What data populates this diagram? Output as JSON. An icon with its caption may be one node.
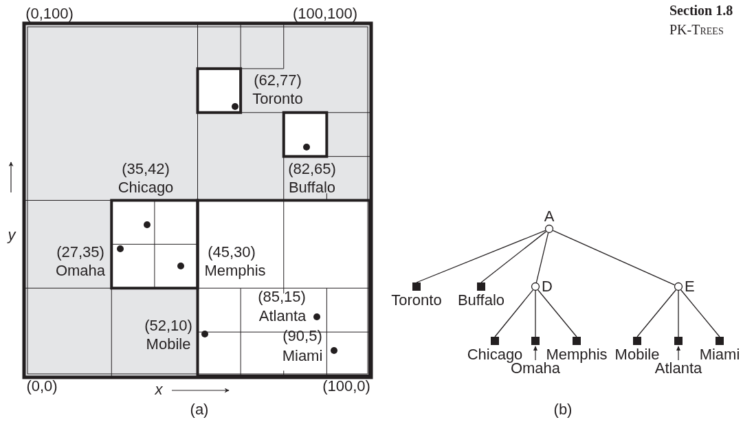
{
  "diagram": {
    "nodes": [
      {
        "text": [
          "A"
        ]
      },
      {
        "text": [
          "Toronto"
        ]
      },
      {
        "text": [
          "Buffalo"
        ]
      },
      {
        "text": [
          "D"
        ]
      },
      {
        "text": [
          "E"
        ]
      },
      {
        "text": [
          "Chicago"
        ]
      },
      {
        "text": [
          "Omaha"
        ]
      },
      {
        "text": [
          "Memphis"
        ]
      },
      {
        "text": [
          "Mobile"
        ]
      },
      {
        "text": [
          "Atlanta"
        ]
      },
      {
        "text": [
          "Miami"
        ]
      }
    ],
    "edges": [
      {
        "from": 0,
        "to": 1,
        "arrow": "none"
      },
      {
        "from": 0,
        "to": 2,
        "arrow": "none"
      },
      {
        "from": 0,
        "to": 3,
        "arrow": "none"
      },
      {
        "from": 0,
        "to": 4,
        "arrow": "none"
      },
      {
        "from": 3,
        "to": 5,
        "arrow": "none"
      },
      {
        "from": 3,
        "to": 6,
        "arrow": "none"
      },
      {
        "from": 3,
        "to": 7,
        "arrow": "none"
      },
      {
        "from": 4,
        "to": 8,
        "arrow": "none"
      },
      {
        "from": 4,
        "to": 9,
        "arrow": "none"
      },
      {
        "from": 4,
        "to": 10,
        "arrow": "none"
      }
    ],
    "labels": [
      "Section 1.8",
      "PK-Trees",
      "(0,100)",
      "(100,100)",
      "(62,77)",
      "Toronto",
      "(35,42)",
      "Chicago",
      "(82,65)",
      "Buffalo",
      "y",
      "(27,35)",
      "Omaha",
      "(45,30)",
      "Memphis",
      "(85,15)",
      "Atlanta",
      "(52,10)",
      "Mobile",
      "(90,5)",
      "Miami",
      "(0,0)",
      "x",
      "(100,0)",
      "(a)",
      "(b)"
    ]
  }
}
